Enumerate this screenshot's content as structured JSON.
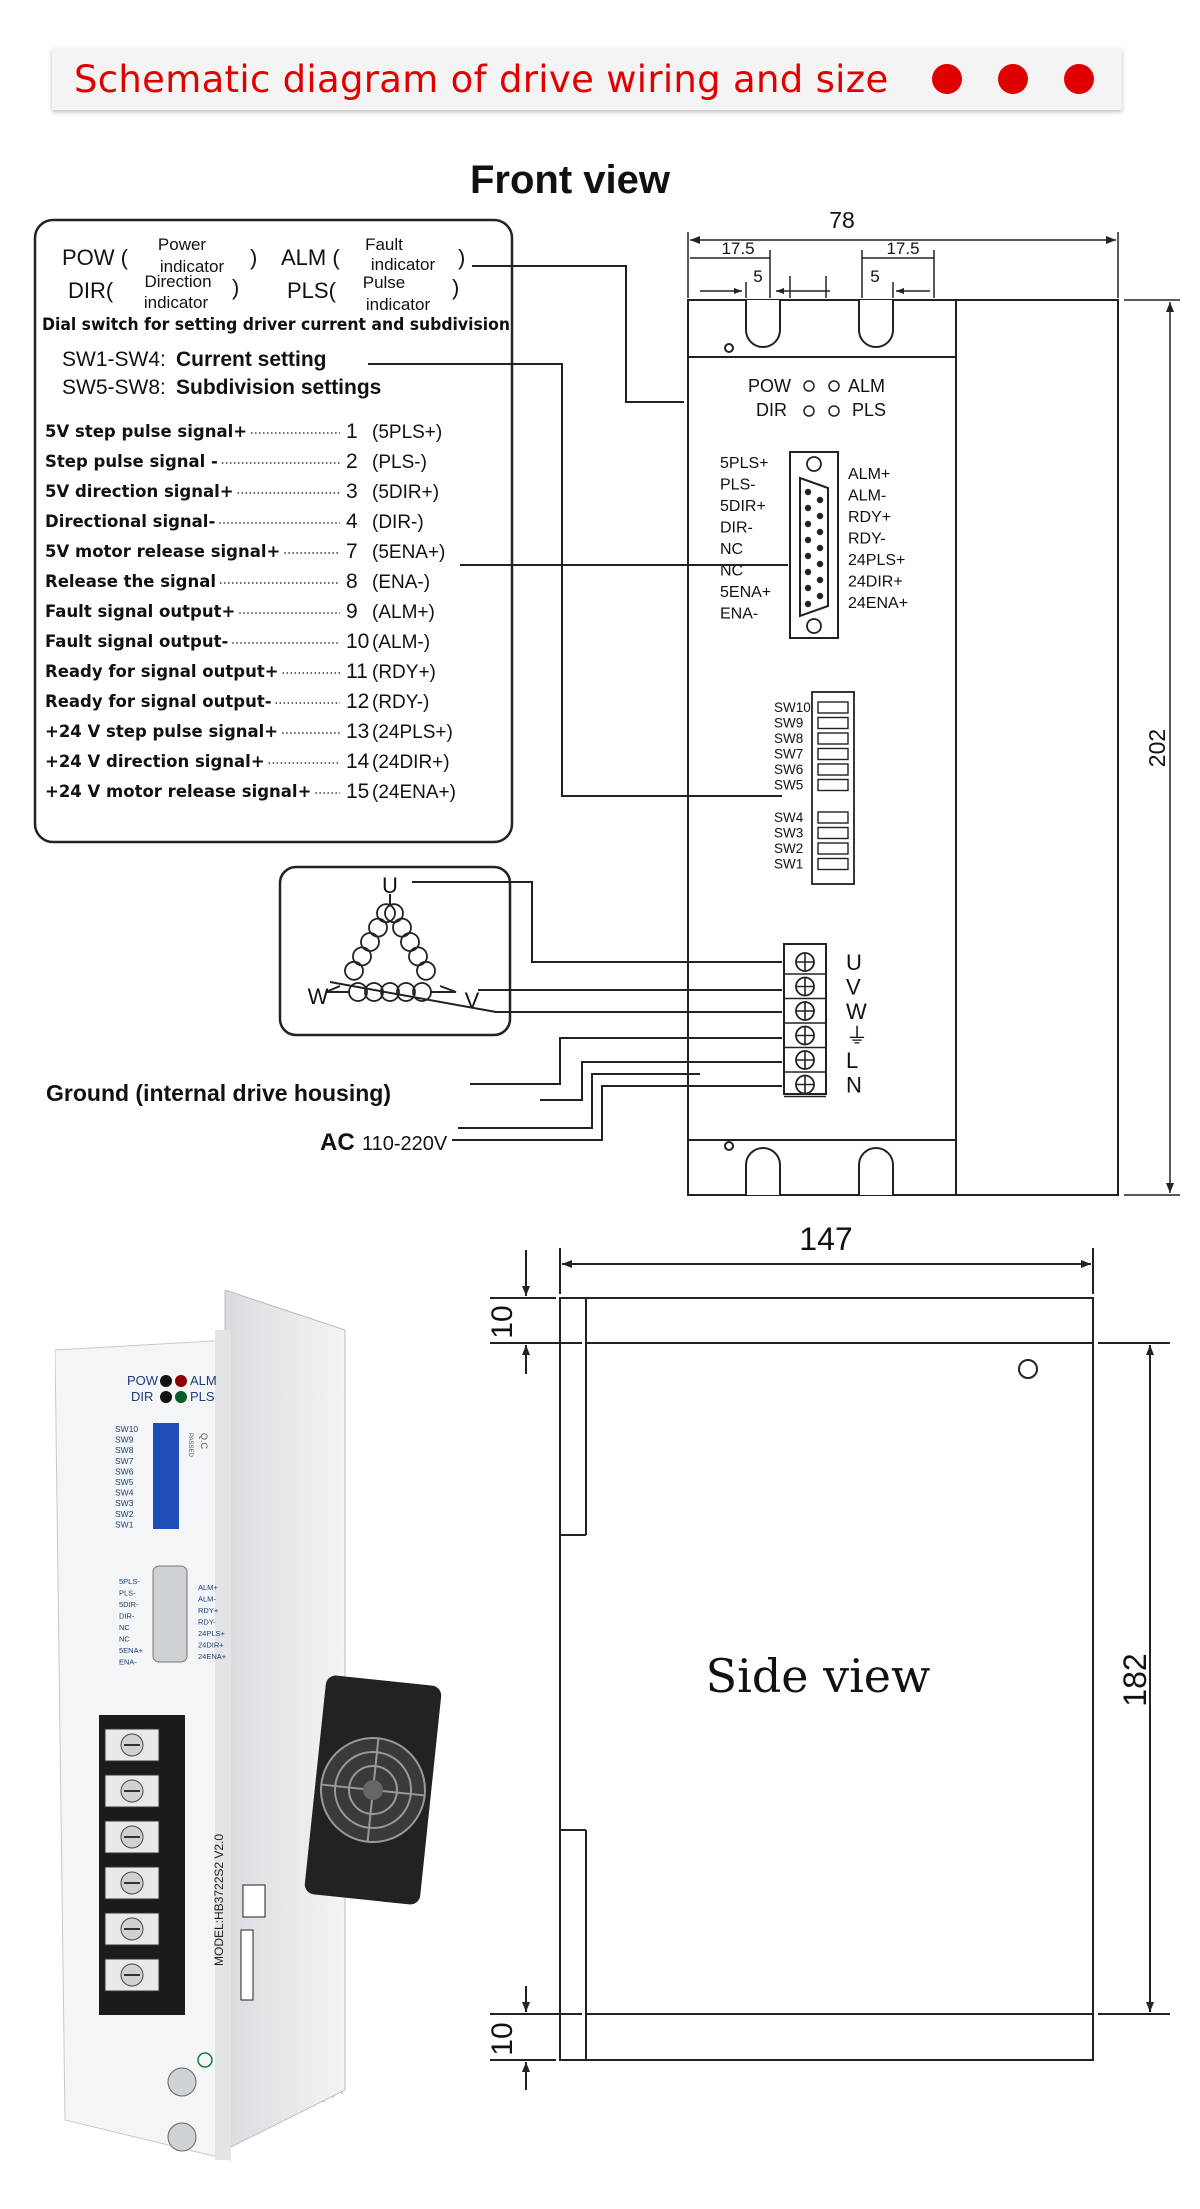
{
  "banner": {
    "title": "Schematic diagram of drive wiring and size",
    "dot_color": "#e00000"
  },
  "front": {
    "title": "Front view",
    "legend": {
      "pow": "POW (",
      "pow_desc": [
        "Power",
        "indicator"
      ],
      "pow_close": ")",
      "alm": "ALM (",
      "alm_desc": [
        "Fault",
        "indicator"
      ],
      "alm_close": ")",
      "dir": "DIR(",
      "dir_desc": [
        "Direction",
        "indicator"
      ],
      "dir_close": ")",
      "pls": "PLS(",
      "pls_desc": [
        "Pulse",
        "indicator"
      ],
      "pls_close": ")",
      "dial": "Dial switch for setting driver current and subdivision",
      "sw1_label": "SW1-SW4:",
      "sw1_desc": "Current setting",
      "sw5_label": "SW5-SW8:",
      "sw5_desc": "Subdivision settings"
    },
    "pins": [
      {
        "label": "5V step pulse signal+",
        "num": "1",
        "code": "(5PLS+)"
      },
      {
        "label": "Step pulse signal -",
        "num": "2",
        "code": "(PLS-)"
      },
      {
        "label": "5V direction signal+",
        "num": "3",
        "code": "(5DIR+)"
      },
      {
        "label": "Directional signal-",
        "num": "4",
        "code": "(DIR-)"
      },
      {
        "label": "5V motor release signal+",
        "num": "7",
        "code": "(5ENA+)"
      },
      {
        "label": "Release the signal",
        "num": "8",
        "code": "(ENA-)"
      },
      {
        "label": "Fault signal output+",
        "num": "9",
        "code": "(ALM+)"
      },
      {
        "label": "Fault signal output-",
        "num": "10",
        "code": "(ALM-)"
      },
      {
        "label": "Ready for signal output+",
        "num": "11",
        "code": "(RDY+)"
      },
      {
        "label": "Ready for signal output-",
        "num": "12",
        "code": "(RDY-)"
      },
      {
        "label": "+24 V step pulse signal+",
        "num": "13",
        "code": "(24PLS+)"
      },
      {
        "label": "+24 V direction signal+",
        "num": "14",
        "code": "(24DIR+)"
      },
      {
        "label": "+24 V motor release signal+",
        "num": "15",
        "code": "(24ENA+)"
      }
    ],
    "motor": {
      "u": "U",
      "v": "V",
      "w": "W"
    },
    "ground": "Ground (internal drive housing)",
    "ac_bold": "AC",
    "ac_value": "110-220V",
    "dims": {
      "width": "78",
      "left_off": "17.5",
      "right_off": "17.5",
      "slot_l": "5",
      "slot_r": "5",
      "height": "202"
    },
    "panel": {
      "pow": "POW",
      "alm": "ALM",
      "dir": "DIR",
      "pls": "PLS",
      "db_left": [
        "5PLS+",
        "PLS-",
        "5DIR+",
        "DIR-",
        "NC",
        "NC",
        "5ENA+",
        "ENA-"
      ],
      "db_right": [
        "ALM+",
        "ALM-",
        "RDY+",
        "RDY-",
        "24PLS+",
        "24DIR+",
        "24ENA+"
      ],
      "sw_top": [
        "SW10",
        "SW9",
        "SW8",
        "SW7",
        "SW6",
        "SW5"
      ],
      "sw_bottom": [
        "SW4",
        "SW3",
        "SW2",
        "SW1"
      ],
      "terminals": [
        "U",
        "V",
        "W",
        "⏚",
        "L",
        "N"
      ]
    }
  },
  "side": {
    "title": "Side view",
    "dims": {
      "width": "147",
      "top": "10",
      "bottom": "10",
      "height": "182"
    }
  },
  "photo": {
    "pow": "POW",
    "alm": "ALM",
    "dir": "DIR",
    "pls": "PLS",
    "sw": [
      "SW10",
      "SW9",
      "SW8",
      "SW7",
      "SW6",
      "SW5",
      "SW4",
      "SW3",
      "SW2",
      "SW1"
    ],
    "db_left": [
      "5PLS-",
      "PLS-",
      "5DIR-",
      "DIR-",
      "NC",
      "NC",
      "5ENA+",
      "ENA-"
    ],
    "db_right": [
      "ALM+",
      "ALM-",
      "RDY+",
      "RDY-",
      "24PLS+",
      "24DIR+",
      "24ENA+"
    ],
    "qc": "Q.C",
    "qc_sub": "PASSED",
    "model": "MODEL:HB3722S2 V2.0"
  }
}
